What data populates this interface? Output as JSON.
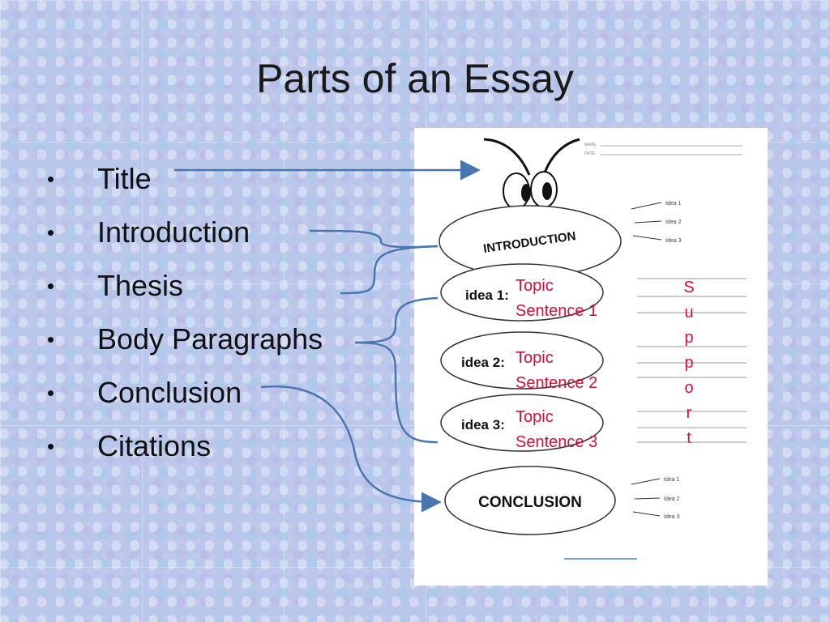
{
  "slide": {
    "title": "Parts of an Essay",
    "bullets": [
      "Title",
      "Introduction",
      "Thesis",
      "Body Paragraphs",
      "Conclusion",
      "Citations"
    ],
    "bullet_symbol": "•"
  },
  "worksheet": {
    "header_lines": [
      "NAME",
      "DATE"
    ],
    "introduction_label": "INTRODUCTION",
    "idea_labels": [
      "idea 1:",
      "idea 2:",
      "idea 3:"
    ],
    "conclusion_label": "CONCLUSION",
    "side_notes": [
      "Idea 1",
      "Idea 2",
      "Idea 3"
    ]
  },
  "annotations": {
    "topic_sentences": [
      {
        "line1": "Topic",
        "line2": "Sentence 1"
      },
      {
        "line1": "Topic",
        "line2": "Sentence 2"
      },
      {
        "line1": "Topic",
        "line2": "Sentence 3"
      }
    ],
    "support_letters": [
      "S",
      "u",
      "p",
      "p",
      "o",
      "r",
      "t"
    ],
    "accent_color": "#d0103a",
    "arrow_color": "#4a76b0"
  }
}
